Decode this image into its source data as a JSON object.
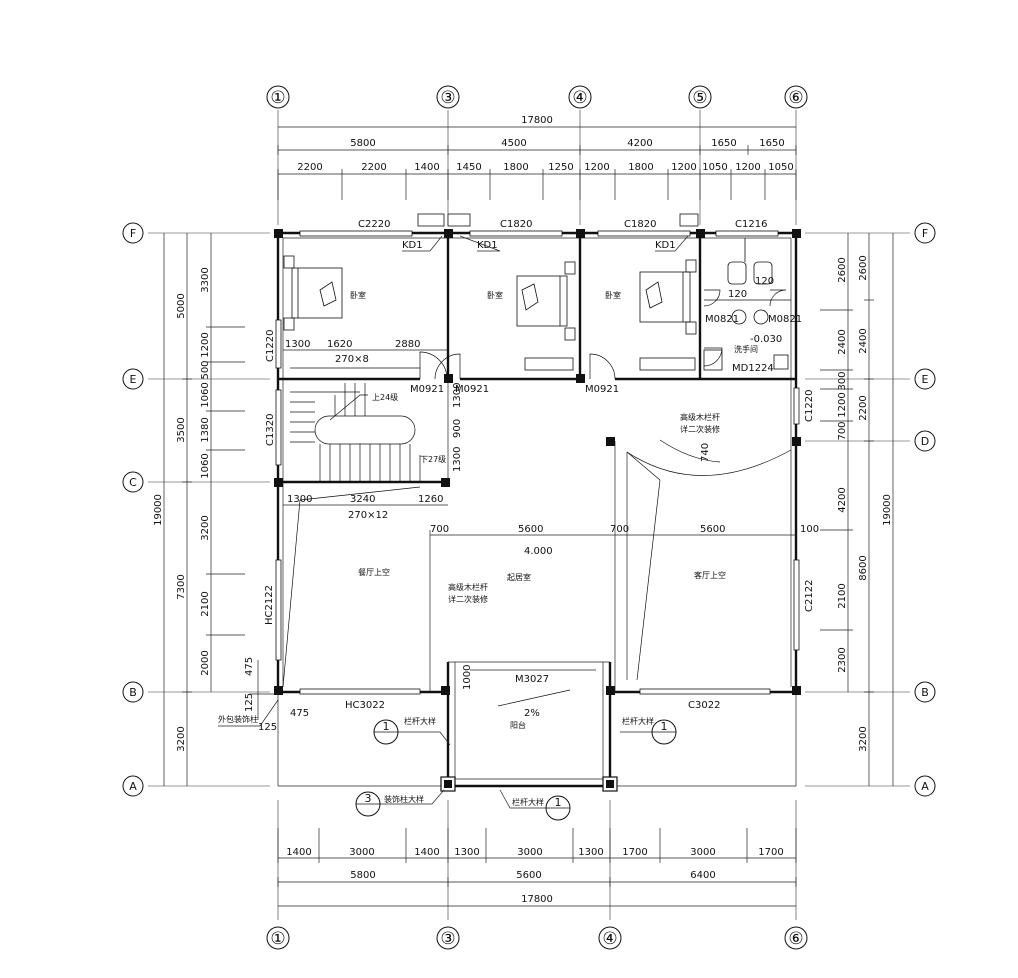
{
  "axes": {
    "top": [
      "①",
      "③",
      "④",
      "⑤",
      "⑥"
    ],
    "bottom": [
      "①",
      "③",
      "④",
      "⑥"
    ],
    "left": [
      "F",
      "E",
      "C",
      "B",
      "A"
    ],
    "right": [
      "F",
      "E",
      "D",
      "B",
      "A"
    ]
  },
  "dims_top": {
    "total": "17800",
    "mid": [
      "5800",
      "4500",
      "4200",
      "1650",
      "1650"
    ],
    "fine": [
      "2200",
      "2200",
      "1400",
      "1450",
      "1800",
      "1250",
      "1200",
      "1800",
      "1200",
      "1050",
      "1200",
      "1050"
    ]
  },
  "dims_bottom": {
    "total": "17800",
    "mid": [
      "5800",
      "5600",
      "6400"
    ],
    "fine": [
      "1400",
      "3000",
      "1400",
      "1300",
      "3000",
      "1300",
      "1700",
      "3000",
      "1700"
    ]
  },
  "dims_left": {
    "total": "19000",
    "mid": [
      "5000",
      "3500",
      "7300",
      "3200"
    ],
    "fine": [
      "3300",
      "1200",
      "500",
      "1060",
      "1380",
      "1060",
      "3200",
      "2100",
      "2000"
    ]
  },
  "dims_right": {
    "total": "19000",
    "mid": [
      "2600",
      "2400",
      "2200",
      "8600",
      "3200"
    ],
    "fine": [
      "2600",
      "2400",
      "300",
      "1200",
      "700",
      "4200",
      "2100",
      "2300"
    ]
  },
  "rooms": {
    "bedroom": "卧室",
    "wash": "洗手间",
    "level_minus": "-0.030",
    "dining_void": "餐厅上空",
    "living_void": "客厅上空",
    "family_room": "起居室",
    "level_4000": "4.000",
    "balcony": "阳台",
    "slope": "2%"
  },
  "windows": [
    "C2220",
    "C1820",
    "C1820",
    "C1216",
    "C1220",
    "C1320",
    "HC2122",
    "HC3022",
    "C3022",
    "C2122",
    "C1220"
  ],
  "doors": [
    "M0921",
    "M0921",
    "M0921",
    "M0821",
    "M0821",
    "MD1224",
    "M3027"
  ],
  "kd": [
    "KD1",
    "KD1",
    "KD1"
  ],
  "labels": {
    "stair_up": "上24级",
    "stair_down": "下27级",
    "tread1": "270×8",
    "tread2": "270×12",
    "railing1": "高级木栏杆\n详二次装修",
    "railing2": "高级木栏杆\n详二次装修",
    "rail_detail": "栏杆大样",
    "deco_col": "装饰柱大样",
    "outer_col": "外包装饰柱",
    "circ1": "1",
    "circ3": "3"
  },
  "inner_dims": {
    "d1300a": "1300",
    "d1620": "1620",
    "d2880": "2880",
    "d1300b": "1300",
    "d3240": "3240",
    "d1260": "1260",
    "d700a": "700",
    "d5600a": "5600",
    "d700b": "700",
    "d5600b": "5600",
    "d100": "100",
    "v1300": "1300",
    "v900": "900",
    "v1300b": "1300",
    "v740": "740",
    "v1000": "1000",
    "v120a": "120",
    "v120b": "120",
    "d475a": "475",
    "d125a": "125",
    "d125b": "125",
    "d475b": "475"
  }
}
